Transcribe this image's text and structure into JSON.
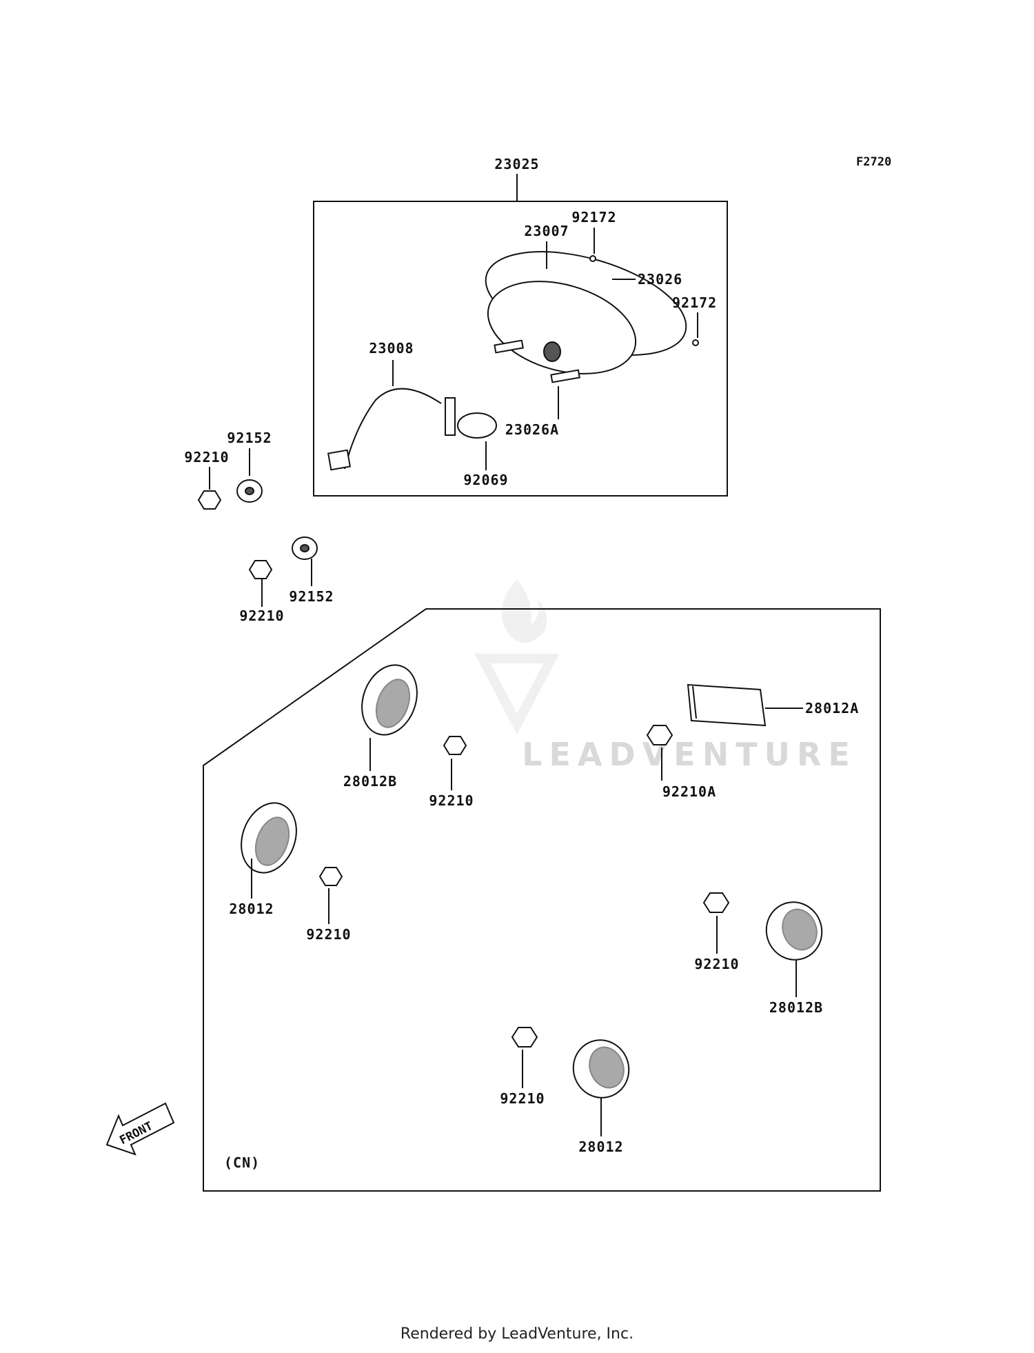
{
  "figure_code": "F2720",
  "region_label": "(CN)",
  "front_label": "FRONT",
  "watermark": "LEADVENTURE",
  "footer": "Rendered by LeadVenture, Inc.",
  "parts": {
    "p23025": "23025",
    "p23007": "23007",
    "p92172a": "92172",
    "p23026": "23026",
    "p92172b": "92172",
    "p23008": "23008",
    "p23026A": "23026A",
    "p92069": "92069",
    "p92152a": "92152",
    "p92210a": "92210",
    "p92152b": "92152",
    "p92210b": "92210",
    "p28012B_a": "28012B",
    "p92210c": "92210",
    "p92210A": "92210A",
    "p28012A": "28012A",
    "p28012_a": "28012",
    "p92210d": "92210",
    "p92210e": "92210",
    "p28012B_b": "28012B",
    "p92210f": "92210",
    "p28012_b": "28012"
  }
}
